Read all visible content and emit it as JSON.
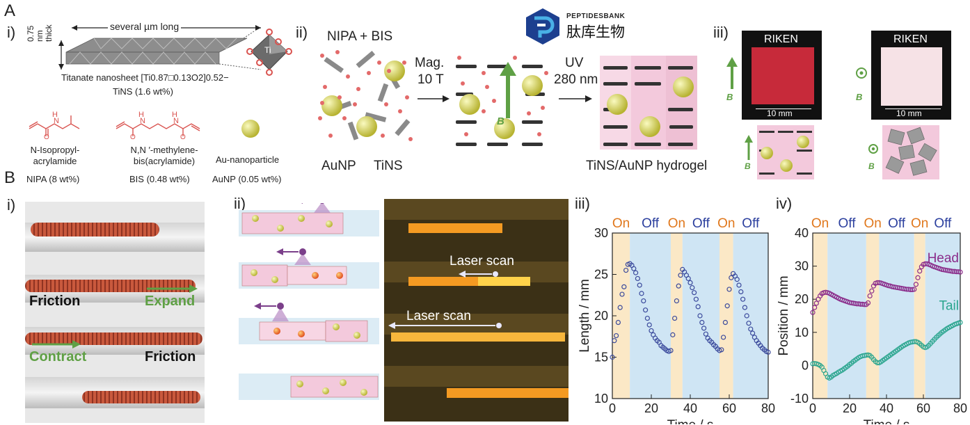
{
  "panel_A": {
    "label": "A",
    "sub_i": "i)",
    "sub_ii": "ii)",
    "sub_iii": "iii)",
    "length_label": "several µm long",
    "thickness_label": "0.75 nm thick",
    "ti_label": "Ti",
    "nanosheet_formula": "Titanate nanosheet  [Ti0.87□0.13O2]0.52−",
    "tins_label": "TiNS (1.6 wt%)",
    "nipa_name": "N-Isopropyl-acrylamide",
    "nipa_wt": "NIPA (8 wt%)",
    "bis_name": "N,N ′-methylene-bis(acrylamide)",
    "bis_wt": "BIS (0.48 wt%)",
    "aunp_name": "Au-nanoparticle",
    "aunp_wt": "AuNP (0.05 wt%)",
    "nipa_bis": "NIPA + BIS",
    "aunp": "AuNP",
    "tins": "TiNS",
    "mag_step": "Mag.",
    "mag_value": "10 T",
    "uv_step": "UV",
    "uv_value": "280 nm",
    "b_field": "B",
    "hydrogel_label": "TiNS/AuNP hydrogel",
    "riken_1": "RIKEN",
    "riken_2": "RIKEN",
    "scale_1": "10 mm",
    "scale_2": "10 mm"
  },
  "logo": {
    "line1": "PEPTIDESBANK",
    "line2": "肽库生物"
  },
  "panel_B": {
    "label": "B",
    "sub_i": "i)",
    "sub_ii": "ii)",
    "sub_iii": "iii)",
    "sub_iv": "iv)",
    "friction_1": "Friction",
    "expand": "Expand",
    "contract": "Contract",
    "friction_2": "Friction",
    "laser_scan_1": "Laser scan",
    "laser_scan_2": "Laser scan"
  },
  "colors": {
    "gel_pink": "#f3c9dc",
    "gold": "#e3e36a",
    "on_orange": "#e0771b",
    "off_blue": "#2b3f9e",
    "green_arrow": "#5fa045",
    "head_purple": "#8a2c8a",
    "tail_teal": "#2aa58e"
  },
  "chart_data": [
    {
      "type": "scatter",
      "title": "",
      "xlabel": "Time / s",
      "ylabel": "Length / mm",
      "xlim": [
        0,
        80
      ],
      "ylim": [
        10,
        30
      ],
      "xticks": [
        0,
        20,
        40,
        60,
        80
      ],
      "yticks": [
        10,
        15,
        20,
        25,
        30
      ],
      "phases": [
        {
          "label": "On",
          "start": 0,
          "end": 9
        },
        {
          "label": "Off",
          "start": 9,
          "end": 30
        },
        {
          "label": "On",
          "start": 30,
          "end": 36
        },
        {
          "label": "Off",
          "start": 36,
          "end": 55
        },
        {
          "label": "On",
          "start": 55,
          "end": 62
        },
        {
          "label": "Off",
          "start": 62,
          "end": 80
        }
      ],
      "series": [
        {
          "x": [
            0,
            1,
            2,
            3,
            4,
            5,
            6,
            7,
            8,
            9,
            10,
            11,
            12,
            13,
            14,
            15,
            16,
            17,
            18,
            19,
            20,
            21,
            22,
            23,
            24,
            25,
            26,
            27,
            28,
            29,
            30,
            31,
            32,
            33,
            34,
            35,
            36,
            37,
            38,
            39,
            40,
            41,
            42,
            43,
            44,
            45,
            46,
            47,
            48,
            49,
            50,
            51,
            52,
            53,
            54,
            55,
            56,
            57,
            58,
            59,
            60,
            61,
            62,
            63,
            64,
            65,
            66,
            67,
            68,
            69,
            70,
            71,
            72,
            73,
            74,
            75,
            76,
            77,
            78,
            79,
            80
          ],
          "y": [
            15.0,
            17.0,
            17.6,
            19.2,
            21.0,
            22.6,
            23.5,
            25.5,
            26.2,
            26.3,
            26.1,
            25.7,
            25.2,
            24.5,
            23.7,
            22.7,
            21.8,
            20.7,
            19.7,
            18.9,
            18.2,
            17.7,
            17.3,
            17.0,
            16.8,
            16.4,
            16.2,
            16.0,
            15.8,
            15.7,
            15.8,
            17.7,
            19.7,
            21.8,
            23.6,
            24.9,
            25.6,
            25.3,
            24.9,
            24.5,
            24.0,
            23.4,
            22.8,
            22.0,
            21.1,
            20.0,
            19.2,
            18.5,
            17.8,
            17.3,
            17.0,
            16.8,
            16.5,
            16.3,
            16.0,
            15.8,
            15.9,
            17.4,
            19.2,
            21.2,
            23.2,
            24.6,
            25.1,
            24.8,
            24.4,
            23.7,
            22.9,
            22.0,
            21.0,
            20.0,
            19.1,
            18.4,
            17.9,
            17.4,
            17.0,
            16.7,
            16.4,
            16.1,
            15.9,
            15.7,
            15.6
          ]
        }
      ]
    },
    {
      "type": "scatter",
      "title": "",
      "xlabel": "Time / s",
      "ylabel": "Position / mm",
      "xlim": [
        0,
        80
      ],
      "ylim": [
        -10,
        40
      ],
      "xticks": [
        0,
        20,
        40,
        60,
        80
      ],
      "yticks": [
        -10,
        0,
        10,
        20,
        30,
        40
      ],
      "phases": [
        {
          "label": "On",
          "start": 0,
          "end": 8
        },
        {
          "label": "Off",
          "start": 8,
          "end": 29
        },
        {
          "label": "On",
          "start": 29,
          "end": 36
        },
        {
          "label": "Off",
          "start": 36,
          "end": 55
        },
        {
          "label": "On",
          "start": 55,
          "end": 61
        },
        {
          "label": "Off",
          "start": 61,
          "end": 80
        }
      ],
      "series": [
        {
          "name": "Head",
          "x": [
            0,
            1,
            2,
            3,
            4,
            5,
            6,
            7,
            8,
            9,
            10,
            11,
            12,
            13,
            14,
            15,
            16,
            17,
            18,
            19,
            20,
            21,
            22,
            23,
            24,
            25,
            26,
            27,
            28,
            29,
            30,
            31,
            32,
            33,
            34,
            35,
            36,
            37,
            38,
            39,
            40,
            41,
            42,
            43,
            44,
            45,
            46,
            47,
            48,
            49,
            50,
            51,
            52,
            53,
            54,
            55,
            56,
            57,
            58,
            59,
            60,
            61,
            62,
            63,
            64,
            65,
            66,
            67,
            68,
            69,
            70,
            71,
            72,
            73,
            74,
            75,
            76,
            77,
            78,
            79,
            80
          ],
          "y": [
            16.0,
            17.5,
            18.8,
            20.0,
            21.0,
            21.7,
            22.0,
            22.1,
            22.0,
            21.8,
            21.5,
            21.2,
            20.9,
            20.6,
            20.3,
            20.0,
            19.8,
            19.6,
            19.4,
            19.2,
            19.0,
            18.9,
            18.8,
            18.7,
            18.6,
            18.6,
            18.5,
            18.5,
            18.4,
            18.4,
            18.9,
            21.0,
            22.5,
            24.0,
            24.8,
            25.0,
            25.0,
            24.9,
            24.7,
            24.5,
            24.3,
            24.1,
            24.0,
            23.8,
            23.7,
            23.6,
            23.5,
            23.4,
            23.3,
            23.2,
            23.1,
            23.0,
            23.0,
            22.9,
            22.9,
            23.0,
            24.5,
            26.5,
            28.5,
            29.8,
            30.5,
            30.7,
            30.7,
            30.5,
            30.3,
            30.0,
            29.8,
            29.6,
            29.4,
            29.2,
            29.0,
            28.9,
            28.8,
            28.7,
            28.6,
            28.5,
            28.4,
            28.4,
            28.3,
            28.3,
            28.2
          ]
        },
        {
          "name": "Tail",
          "x": [
            0,
            1,
            2,
            3,
            4,
            5,
            6,
            7,
            8,
            9,
            10,
            11,
            12,
            13,
            14,
            15,
            16,
            17,
            18,
            19,
            20,
            21,
            22,
            23,
            24,
            25,
            26,
            27,
            28,
            29,
            30,
            31,
            32,
            33,
            34,
            35,
            36,
            37,
            38,
            39,
            40,
            41,
            42,
            43,
            44,
            45,
            46,
            47,
            48,
            49,
            50,
            51,
            52,
            53,
            54,
            55,
            56,
            57,
            58,
            59,
            60,
            61,
            62,
            63,
            64,
            65,
            66,
            67,
            68,
            69,
            70,
            71,
            72,
            73,
            74,
            75,
            76,
            77,
            78,
            79,
            80
          ],
          "y": [
            0.5,
            0.6,
            0.5,
            0.3,
            0.0,
            -0.5,
            -1.5,
            -2.5,
            -3.5,
            -3.8,
            -3.5,
            -3.0,
            -2.7,
            -2.4,
            -2.0,
            -1.7,
            -1.4,
            -1.0,
            -0.6,
            -0.2,
            0.3,
            0.7,
            1.2,
            1.6,
            2.0,
            2.4,
            2.7,
            2.9,
            3.0,
            3.1,
            3.2,
            3.0,
            2.5,
            1.8,
            1.2,
            0.8,
            0.8,
            1.1,
            1.5,
            1.9,
            2.3,
            2.7,
            3.1,
            3.5,
            3.9,
            4.3,
            4.7,
            5.1,
            5.5,
            5.9,
            6.2,
            6.5,
            6.8,
            7.0,
            7.1,
            7.2,
            7.2,
            7.0,
            6.6,
            6.1,
            5.6,
            5.4,
            5.6,
            6.1,
            6.7,
            7.3,
            7.9,
            8.5,
            9.0,
            9.5,
            10.0,
            10.4,
            10.8,
            11.2,
            11.5,
            11.8,
            12.1,
            12.4,
            12.6,
            12.8,
            13.0
          ]
        }
      ]
    }
  ]
}
